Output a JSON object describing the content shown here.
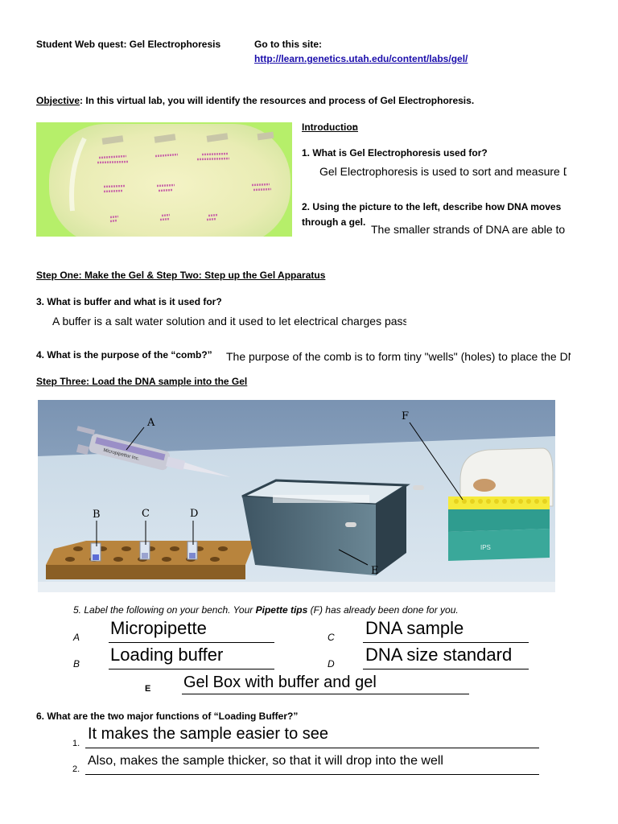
{
  "header": {
    "left": "Student Web quest:  Gel Electrophoresis",
    "goto": "Go to this site:",
    "url": "http://learn.genetics.utah.edu/content/labs/gel/"
  },
  "objective": {
    "label": "Objective",
    "text": ":  In this virtual lab, you will identify the resources and process of Gel Electrophoresis."
  },
  "intro": {
    "heading": "Introduction",
    "q1": "1.  What is Gel Electrophoresis used for?",
    "a1": "Gel Electrophoresis is used to sort and measure DNA",
    "q2_line1": "2.  Using the picture to the left, describe how DNA moves",
    "q2_line2": "through a gel.",
    "a2": "The smaller strands of DNA are able to move faster"
  },
  "step12": {
    "heading": "Step One:  Make the Gel & Step Two:  Step up the Gel Apparatus",
    "q3": "3.  What is buffer and what is it used for?",
    "a3": "A buffer is a salt water solution and it used to let electrical charges pass",
    "q4": "4.  What is the purpose of the “comb?”",
    "a4": "The purpose of the comb is to form tiny \"wells\" (holes) to place the DNA"
  },
  "step3": {
    "heading": "Step Three:  Load the DNA sample into the Gel",
    "labels": {
      "A": "A",
      "B": "B",
      "C": "C",
      "D": "D",
      "E": "E",
      "F": "F"
    },
    "pipette_text": "Micropipettor Inc.",
    "tipbox_text": "IPS"
  },
  "q5": {
    "prompt_pre": "5.  Label the following on your bench.  Your ",
    "prompt_bold": "Pipette tips",
    "prompt_post": " (F) has already been done for you.",
    "items": [
      {
        "letter": "A",
        "answer": "Micropipette"
      },
      {
        "letter": "C",
        "answer": "DNA sample"
      },
      {
        "letter": "B",
        "answer": "Loading buffer"
      },
      {
        "letter": "D",
        "answer": "DNA size standard"
      },
      {
        "letter": "E",
        "answer": "Gel Box with buffer and gel"
      }
    ]
  },
  "q6": {
    "prompt": "6.  What are the two major functions of “Loading Buffer?”",
    "n1": "1.",
    "a1": "It makes the sample easier to see",
    "n2": "2.",
    "a2": "Also, makes the sample thicker, so that it will drop into the well"
  }
}
